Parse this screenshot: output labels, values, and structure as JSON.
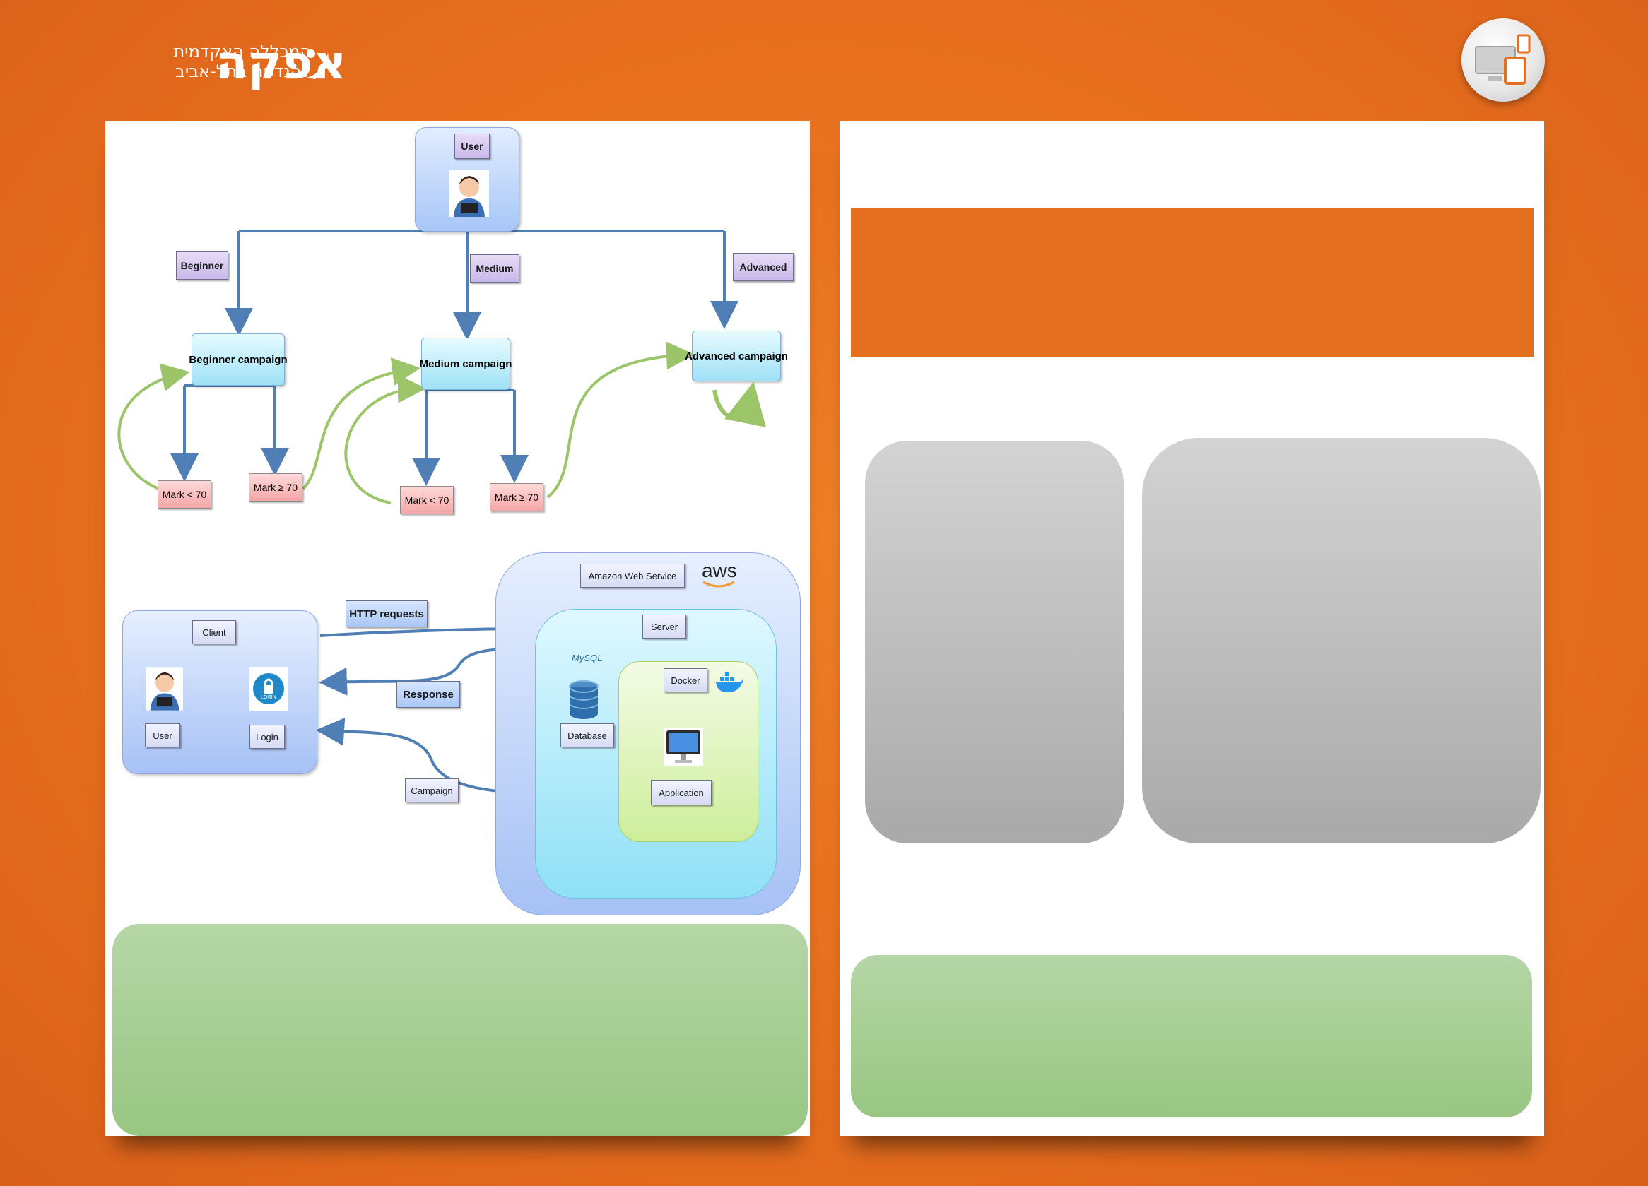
{
  "header": {
    "logo_hebrew_main": "אפקה",
    "logo_hebrew_line1": "המכללה האקדמית",
    "logo_hebrew_line2": "להנדסה בתל-אביב"
  },
  "badge": {
    "icon": "devices-icon"
  },
  "flow_diagram": {
    "root": "User",
    "levels": [
      "Beginner",
      "Medium",
      "Advanced"
    ],
    "campaigns": [
      "Beginner campaign",
      "Medium campaign",
      "Advanced campaign"
    ],
    "marks": [
      "Mark < 70",
      "Mark ≥ 70",
      "Mark < 70",
      "Mark ≥ 70"
    ]
  },
  "architecture_diagram": {
    "client": "Client",
    "user": "User",
    "login": "Login",
    "login_icon_text": "LOGIN",
    "http_requests": "HTTP requests",
    "response": "Response",
    "campaign": "Campaign",
    "amazon": "Amazon Web Service",
    "aws_logo": "aws",
    "server": "Server",
    "mysql_logo": "MySQL",
    "database": "Database",
    "docker": "Docker",
    "application": "Application"
  },
  "colors": {
    "background": "#e87320",
    "accent_orange": "#e46f1e",
    "arrow_blue": "#4f7fb5",
    "arrow_green": "#9cc56a",
    "placeholder_gray": "#bdbdbd",
    "placeholder_green": "#a6cd92"
  }
}
